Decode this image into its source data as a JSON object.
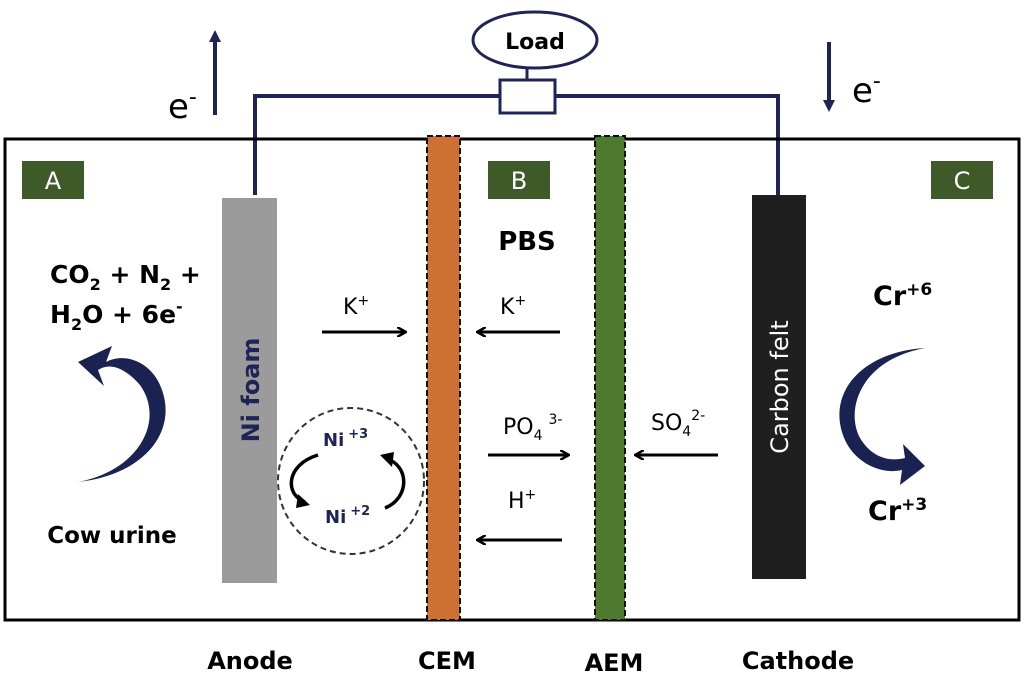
{
  "load": {
    "label": "Load"
  },
  "electron_left": {
    "base": "e",
    "sup": "-"
  },
  "electron_right": {
    "base": "e",
    "sup": "-"
  },
  "chambers": [
    {
      "tag": "A"
    },
    {
      "tag": "B",
      "electrolyte": "PBS"
    },
    {
      "tag": "C"
    }
  ],
  "anode_chamber": {
    "products_line1": [
      "CO",
      "2",
      " + N",
      "2",
      " +"
    ],
    "products_line2": [
      "H",
      "2",
      "O + 6e",
      "-"
    ],
    "feed": "Cow urine"
  },
  "electrodes": {
    "anode_material": "Ni foam",
    "cathode_material": "Carbon felt"
  },
  "nickel_cycle": {
    "upper": {
      "base": "Ni",
      "sup": "+3"
    },
    "lower": {
      "base": "Ni",
      "sup": "+2"
    }
  },
  "ions": {
    "k_left": {
      "base": "K",
      "sup": "+"
    },
    "k_right": {
      "base": "K",
      "sup": "+"
    },
    "phosphate": {
      "base": "PO",
      "sub": "4",
      "sup": "3-"
    },
    "sulfate": {
      "base": "SO",
      "sub": "4",
      "sup": "2-"
    },
    "proton": {
      "base": "H",
      "sup": "+"
    }
  },
  "cathode_chamber": {
    "upper": {
      "base": "Cr",
      "sup": "+6"
    },
    "lower": {
      "base": "Cr",
      "sup": "+3"
    }
  },
  "bottom_labels": {
    "anode": "Anode",
    "cem": "CEM",
    "aem": "AEM",
    "cathode": "Cathode"
  },
  "colors": {
    "wire": "#1e2456",
    "tag_bg": "#3d5a28",
    "anode": "#9b9b9b",
    "cathode": "#1f1f1f",
    "cem": "#cc7033",
    "aem": "#4d7a2e",
    "arrow": "#1a2252"
  }
}
